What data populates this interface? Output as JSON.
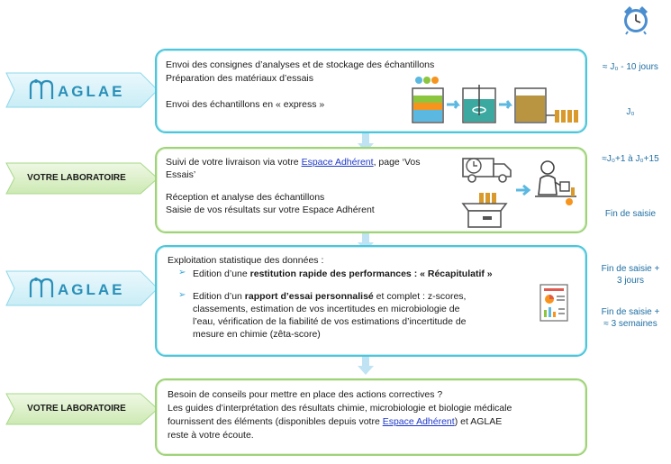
{
  "colors": {
    "blue_border": "#4cc6da",
    "green_border": "#9fd37a",
    "timing_text": "#1f6fa3",
    "link": "#1f39c9"
  },
  "alarm_icon": "alarm-clock-icon",
  "connectors": [
    "down-arrow-icon",
    "down-arrow-icon",
    "down-arrow-icon"
  ],
  "rows": {
    "aglae1": {
      "label": "AGLAE",
      "lines": [
        "Envoi des consignes d’analyses et de stockage des échantillons",
        "Préparation des matériaux d’essais",
        "Envoi des échantillons en « express »"
      ],
      "timings": [
        "≈ J₀ - 10 jours",
        "J₀"
      ]
    },
    "lab1": {
      "label": "VOTRE LABORATOIRE",
      "line1_pre": "Suivi de votre livraison via votre ",
      "line1_link": "Espace Adhérent",
      "line1_post": ", page ‘Vos",
      "line2": "Essais’",
      "line3": "Réception et analyse des échantillons",
      "line4": "Saisie de vos résultats sur votre Espace Adhérent",
      "timings": [
        "≈J₀+1 à J₀+15",
        "Fin de saisie"
      ]
    },
    "aglae2": {
      "label": "AGLAE",
      "intro": "Exploitation statistique des données :",
      "b1_pre": "Edition d’une ",
      "b1_bold": "restitution rapide des performances : « Récapitulatif »",
      "b2_pre": "Edition d’un ",
      "b2_bold": "rapport d’essai personnalisé",
      "b2_post": " et complet : z-scores,",
      "b2_lines": [
        "classements, estimation de vos incertitudes en microbiologie de",
        "l’eau, vérification de la fiabilité de vos estimations d’incertitude de",
        "mesure en chimie (zêta-score)"
      ],
      "timings": [
        "Fin de saisie +",
        "3 jours",
        "Fin de saisie +",
        "≈ 3 semaines"
      ]
    },
    "lab2": {
      "label": "VOTRE LABORATOIRE",
      "line1": "Besoin de conseils pour mettre en place des actions correctives ?",
      "line2": "Les guides d’interprétation des résultats chimie, microbiologie et biologie médicale",
      "line3_pre": "fournissent des éléments (disponibles depuis votre ",
      "line3_link": "Espace Adhérent",
      "line3_post": ") et AGLAE",
      "line4": "reste à votre écoute."
    }
  }
}
